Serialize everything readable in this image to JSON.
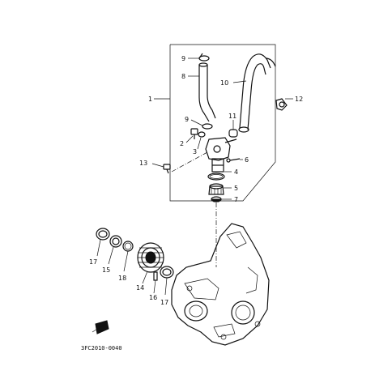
{
  "diagram": {
    "callouts": {
      "c1": "1",
      "c2": "2",
      "c3": "3",
      "c4": "4",
      "c5": "5",
      "c6": "6",
      "c7": "7",
      "c8": "8",
      "c9a": "9",
      "c9b": "9",
      "c10": "10",
      "c11": "11",
      "c12": "12",
      "c13": "13",
      "c14": "14",
      "c15": "15",
      "c16": "16",
      "c17a": "17",
      "c17b": "17",
      "c18": "18"
    },
    "drawing_code": "3FC2010-0040"
  }
}
